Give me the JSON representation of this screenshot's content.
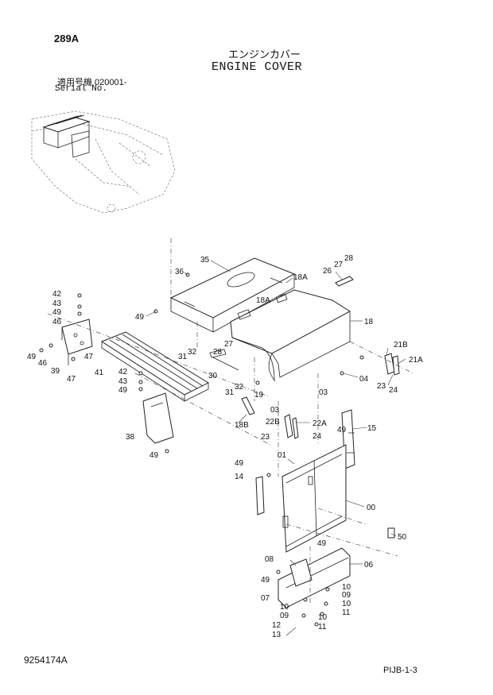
{
  "header": {
    "page_number": "289A",
    "title_jp": "エンジンカバー",
    "title_en": "ENGINE COVER",
    "serial_jp": "適用号機  020001-",
    "serial_en": "Serial No."
  },
  "footer": {
    "drawing_number": "9254174A",
    "page_code": "PIJB-1-3"
  },
  "callouts": [
    {
      "id": "c35",
      "label": "35"
    },
    {
      "id": "c36",
      "label": "36"
    },
    {
      "id": "c26",
      "label": "26"
    },
    {
      "id": "c27a",
      "label": "27"
    },
    {
      "id": "c28a",
      "label": "28"
    },
    {
      "id": "c18A1",
      "label": "18A"
    },
    {
      "id": "c18A2",
      "label": "18A"
    },
    {
      "id": "c18",
      "label": "18"
    },
    {
      "id": "c42a",
      "label": "42"
    },
    {
      "id": "c43a",
      "label": "43"
    },
    {
      "id": "c49a",
      "label": "49"
    },
    {
      "id": "c46a",
      "label": "46"
    },
    {
      "id": "c49b",
      "label": "49"
    },
    {
      "id": "c49c",
      "label": "49"
    },
    {
      "id": "c46b",
      "label": "46"
    },
    {
      "id": "c39",
      "label": "39"
    },
    {
      "id": "c47a",
      "label": "47"
    },
    {
      "id": "c47b",
      "label": "47"
    },
    {
      "id": "c41",
      "label": "41"
    },
    {
      "id": "c27b",
      "label": "27"
    },
    {
      "id": "c28b",
      "label": "28"
    },
    {
      "id": "c32a",
      "label": "32"
    },
    {
      "id": "c31a",
      "label": "31"
    },
    {
      "id": "c30",
      "label": "30"
    },
    {
      "id": "c32b",
      "label": "32"
    },
    {
      "id": "c31b",
      "label": "31"
    },
    {
      "id": "c42b",
      "label": "42"
    },
    {
      "id": "c43b",
      "label": "43"
    },
    {
      "id": "c49d",
      "label": "49"
    },
    {
      "id": "c21B",
      "label": "21B"
    },
    {
      "id": "c21A",
      "label": "21A"
    },
    {
      "id": "c04",
      "label": "04"
    },
    {
      "id": "c23a",
      "label": "23"
    },
    {
      "id": "c24a",
      "label": "24"
    },
    {
      "id": "c19",
      "label": "19"
    },
    {
      "id": "c03a",
      "label": "03"
    },
    {
      "id": "c03b",
      "label": "03"
    },
    {
      "id": "c18B",
      "label": "18B"
    },
    {
      "id": "c22B",
      "label": "22B"
    },
    {
      "id": "c22A",
      "label": "22A"
    },
    {
      "id": "c23b",
      "label": "23"
    },
    {
      "id": "c24b",
      "label": "24"
    },
    {
      "id": "c38",
      "label": "38"
    },
    {
      "id": "c49e",
      "label": "49"
    },
    {
      "id": "c49f",
      "label": "49"
    },
    {
      "id": "c15",
      "label": "15"
    },
    {
      "id": "c01",
      "label": "01"
    },
    {
      "id": "c49g",
      "label": "49"
    },
    {
      "id": "c14",
      "label": "14"
    },
    {
      "id": "c00",
      "label": "00"
    },
    {
      "id": "c50",
      "label": "50"
    },
    {
      "id": "c49h",
      "label": "49"
    },
    {
      "id": "c08",
      "label": "08"
    },
    {
      "id": "c06",
      "label": "06"
    },
    {
      "id": "c49i",
      "label": "49"
    },
    {
      "id": "c10a",
      "label": "10"
    },
    {
      "id": "c07",
      "label": "07"
    },
    {
      "id": "c09a",
      "label": "09"
    },
    {
      "id": "c10b",
      "label": "10"
    },
    {
      "id": "c10c",
      "label": "10"
    },
    {
      "id": "c09b",
      "label": "09"
    },
    {
      "id": "c11a",
      "label": "11"
    },
    {
      "id": "c10d",
      "label": "10"
    },
    {
      "id": "c12",
      "label": "12"
    },
    {
      "id": "c11b",
      "label": "11"
    },
    {
      "id": "c13",
      "label": "13"
    }
  ]
}
